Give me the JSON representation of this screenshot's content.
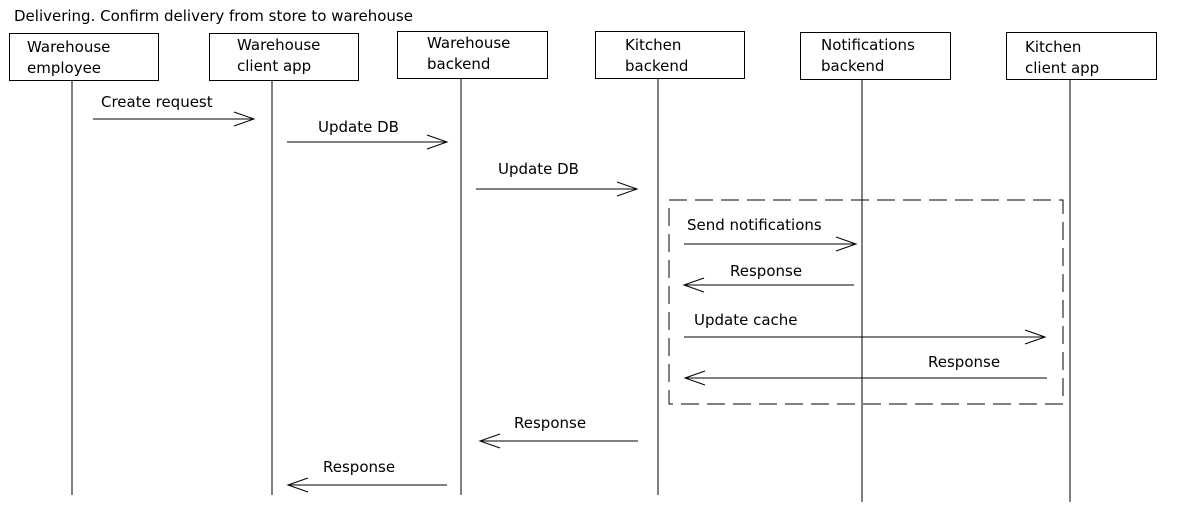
{
  "title": "Delivering. Confirm delivery from store to warehouse",
  "participants": [
    {
      "line1": "Warehouse",
      "line2": "employee"
    },
    {
      "line1": "Warehouse",
      "line2": "client app"
    },
    {
      "line1": "Warehouse",
      "line2": "backend"
    },
    {
      "line1": "Kitchen",
      "line2": "backend"
    },
    {
      "line1": "Notifications",
      "line2": "backend"
    },
    {
      "line1": "Kitchen",
      "line2": "client app"
    }
  ],
  "messages": [
    {
      "from": 0,
      "to": 1,
      "label": "Create request"
    },
    {
      "from": 1,
      "to": 2,
      "label": "Update DB"
    },
    {
      "from": 2,
      "to": 3,
      "label": "Update DB"
    },
    {
      "from": 3,
      "to": 4,
      "label": "Send notifications"
    },
    {
      "from": 4,
      "to": 3,
      "label": "Response"
    },
    {
      "from": 3,
      "to": 5,
      "label": "Update cache"
    },
    {
      "from": 5,
      "to": 3,
      "label": "Response"
    },
    {
      "from": 3,
      "to": 2,
      "label": "Response"
    },
    {
      "from": 2,
      "to": 1,
      "label": "Response"
    }
  ]
}
